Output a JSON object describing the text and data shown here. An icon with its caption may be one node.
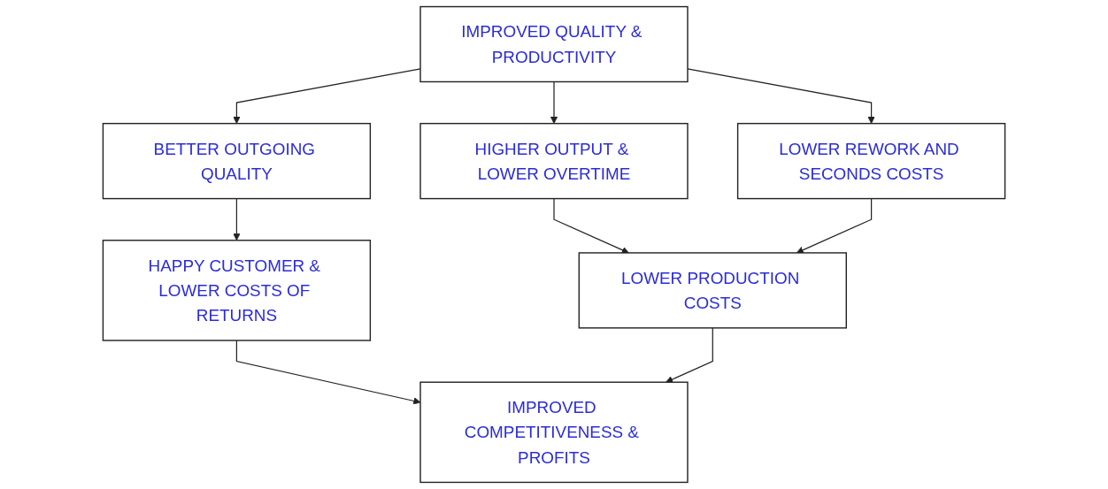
{
  "diagram": {
    "nodes": [
      {
        "text": [
          "IMPROVED QUALITY & PRODUCTIVITY"
        ]
      },
      {
        "text": [
          "BETTER OUTGOING QUALITY"
        ]
      },
      {
        "text": [
          "HIGHER OUTPUT & LOWER OVERTIME"
        ]
      },
      {
        "text": [
          "LOWER REWORK AND SECONDS COSTS"
        ]
      },
      {
        "text": [
          "HAPPY CUSTOMER & LOWER COSTS OF RETURNS"
        ]
      },
      {
        "text": [
          "LOWER PRODUCTION COSTS"
        ]
      },
      {
        "text": [
          "IMPROVED COMPETITIVENESS & PROFITS"
        ]
      }
    ],
    "edges": [
      {
        "from": 0,
        "to": 1,
        "arrow": "to"
      },
      {
        "from": 0,
        "to": 3,
        "arrow": "to"
      },
      {
        "from": 0,
        "to": 2,
        "arrow": "to"
      },
      {
        "from": 1,
        "to": 4,
        "arrow": "to"
      },
      {
        "from": 2,
        "to": 5,
        "arrow": "to"
      },
      {
        "from": 3,
        "to": 5,
        "arrow": "to"
      },
      {
        "from": 4,
        "to": 6,
        "arrow": "to"
      },
      {
        "from": 5,
        "to": 6,
        "arrow": "to"
      }
    ]
  }
}
